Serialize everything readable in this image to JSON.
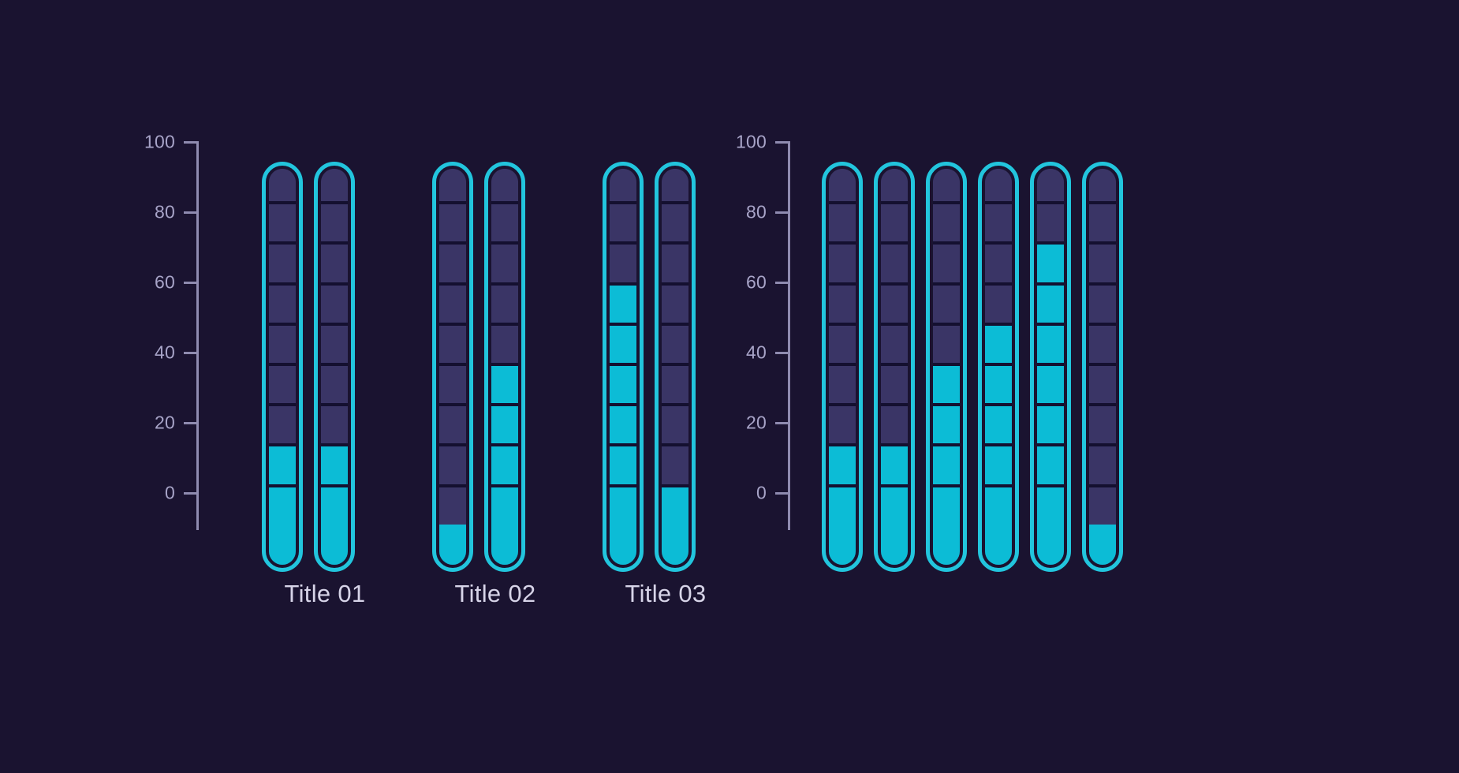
{
  "colors": {
    "background": "#1a1330",
    "accent_outline": "#22c5dd",
    "fill": "#0cbcd6",
    "empty_segment": "#3a3566",
    "segment_divider": "#141030",
    "axis": "#8f8bb0",
    "axis_text": "#a8a4c8",
    "title_text": "#d7d4e8"
  },
  "chart_data": {
    "type": "bar",
    "title": "",
    "subtitle": "",
    "xlabel": "",
    "ylabel": "",
    "ylim": [
      0,
      100
    ],
    "grid": false,
    "legend_position": "none",
    "orientation": "vertical",
    "style": "segmented thermometer / tube gauge",
    "segment_step": 10,
    "tick_labels": [
      "100",
      "80",
      "60",
      "40",
      "20",
      "0"
    ],
    "tick_values": [
      100,
      80,
      60,
      40,
      20,
      0
    ],
    "axes": [
      {
        "name": "axis-left",
        "tick_labels": [
          "100",
          "80",
          "60",
          "40",
          "20",
          "0"
        ]
      },
      {
        "name": "axis-mid",
        "tick_labels": [
          "100",
          "80",
          "60",
          "40",
          "20",
          "0"
        ]
      }
    ],
    "groups": [
      {
        "label": "Title 01",
        "bars": [
          {
            "name": "bar-01-a",
            "value": 30
          },
          {
            "name": "bar-01-b",
            "value": 30
          }
        ]
      },
      {
        "label": "Title 02",
        "bars": [
          {
            "name": "bar-02-a",
            "value": 10
          },
          {
            "name": "bar-02-b",
            "value": 50
          }
        ]
      },
      {
        "label": "Title 03",
        "bars": [
          {
            "name": "bar-03-a",
            "value": 70
          },
          {
            "name": "bar-03-b",
            "value": 20
          }
        ]
      },
      {
        "label": "",
        "bars": [
          {
            "name": "bar-04-a",
            "value": 30
          },
          {
            "name": "bar-04-b",
            "value": 30
          },
          {
            "name": "bar-04-c",
            "value": 50
          },
          {
            "name": "bar-04-d",
            "value": 60
          },
          {
            "name": "bar-04-e",
            "value": 80
          },
          {
            "name": "bar-04-f",
            "value": 10
          }
        ]
      }
    ]
  },
  "labels": {
    "title_01": "Title 01",
    "title_02": "Title 02",
    "title_03": "Title 03"
  },
  "ticks": {
    "t100": "100",
    "t80": "80",
    "t60": "60",
    "t40": "40",
    "t20": "20",
    "t0": "0"
  }
}
